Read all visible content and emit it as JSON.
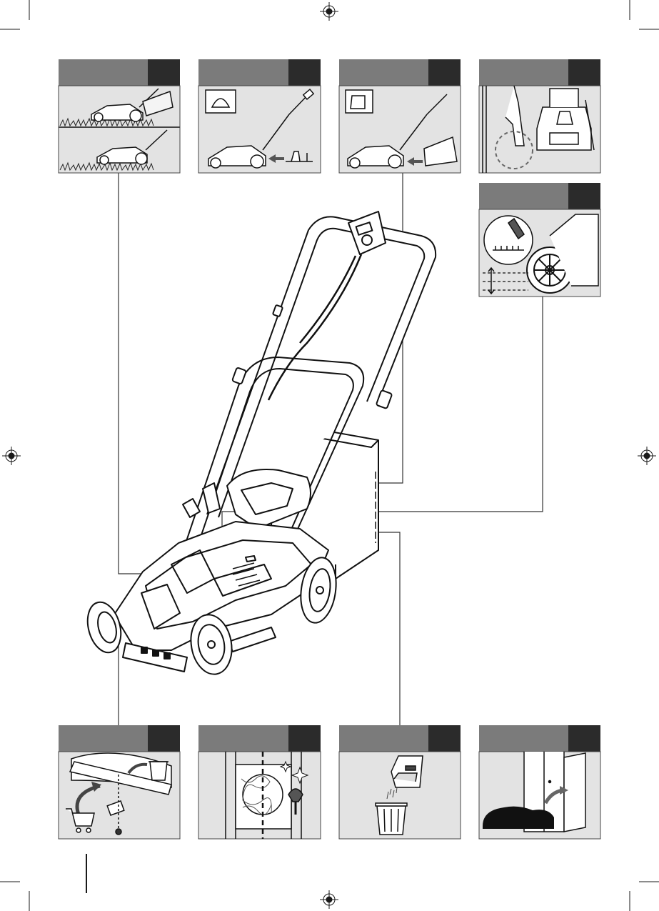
{
  "page": {
    "background": "#ffffff",
    "ink": "#1a1a1a",
    "panel_header_gray": "#7b7b7b",
    "panel_header_dark": "#2b2b2b",
    "panel_body_gray": "#e3e3e3"
  },
  "panels": [
    {
      "id": "mulching",
      "picture": "two-mowers-in-grass-illustration"
    },
    {
      "id": "rear-discharge",
      "picture": "mower-with-mulch-plug-illustration"
    },
    {
      "id": "grass-box-fitting",
      "picture": "mower-with-grass-box-illustration"
    },
    {
      "id": "safety-key",
      "picture": "battery-compartment-closeup-illustration"
    },
    {
      "id": "cutting-height",
      "picture": "height-lever-and-wheel-illustration"
    },
    {
      "id": "blade-replacement",
      "picture": "blade-and-shopping-cart-illustration"
    },
    {
      "id": "cleaning",
      "picture": "underside-dirty-and-clean-illustration"
    },
    {
      "id": "emptying-grass-box",
      "picture": "grass-box-over-bin-illustration"
    },
    {
      "id": "storage",
      "picture": "mower-beside-cabinet-illustration"
    }
  ],
  "main_illustration": "cordless-lawn-mower-illustration",
  "registration_marks": 4
}
